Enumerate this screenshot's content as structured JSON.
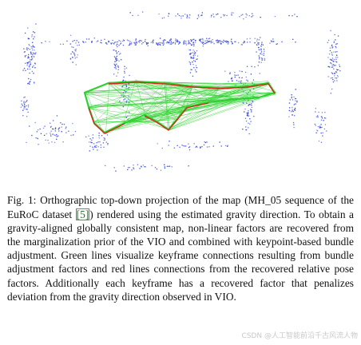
{
  "figure": {
    "colors": {
      "map_points": "#2a3bd8",
      "bundle_adjustment": "#2fd12f",
      "relative_pose": "#d42a1c",
      "text": "#111111",
      "reference_box": "#36b036"
    },
    "caption": {
      "label": "Fig. 1:",
      "part1": "Orthographic top-down projection of the map (MH_05 sequence of the EuRoC dataset ",
      "ref": "[5]",
      "part2": ") rendered using the esti­mated gravity direction. To obtain a gravity-aligned globally consistent map, non-linear factors are recovered from the marginalization prior of the VIO and combined with keypoint-based bundle adjustment. Green lines visualize keyframe con­nections resulting from bundle adjustment factors and red lines connections from the recovered relative pose factors. Addi­tionally each keyframe has a recovered factor that penalizes deviation from the gravity direction observed in VIO."
    },
    "watermark": "CSDN @人工智能前沿千古风流人物"
  }
}
